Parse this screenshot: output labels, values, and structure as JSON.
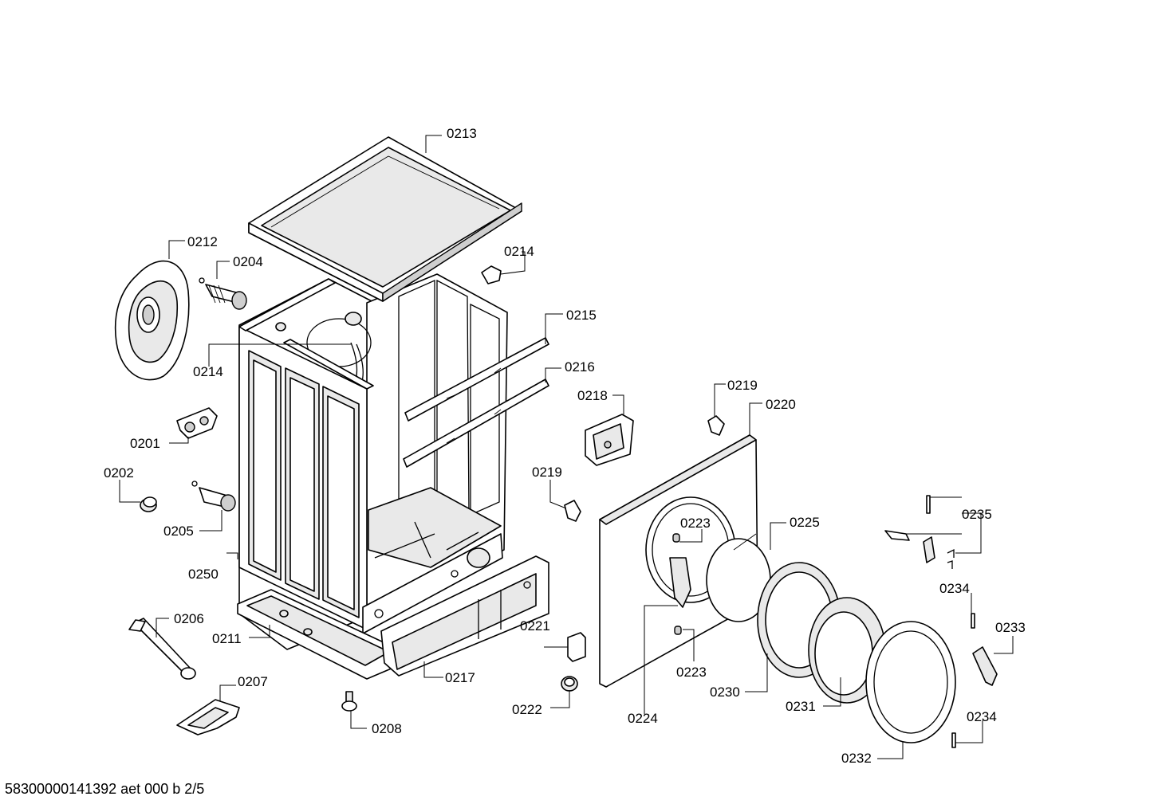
{
  "diagram": {
    "labels": {
      "l0213": "0213",
      "l0212": "0212",
      "l0204": "0204",
      "l0214a": "0214",
      "l0214b": "0214",
      "l0215": "0215",
      "l0216": "0216",
      "l0218": "0218",
      "l0219a": "0219",
      "l0220": "0220",
      "l0201": "0201",
      "l0202": "0202",
      "l0219b": "0219",
      "l0205": "0205",
      "l0223a": "0223",
      "l0225": "0225",
      "l0235": "0235",
      "l0250": "0250",
      "l0206": "0206",
      "l0234a": "0234",
      "l0221": "0221",
      "l0233": "0233",
      "l0211": "0211",
      "l0223b": "0223",
      "l0217": "0217",
      "l0207": "0207",
      "l0230": "0230",
      "l0222": "0222",
      "l0231": "0231",
      "l0224": "0224",
      "l0234b": "0234",
      "l0208": "0208",
      "l0232": "0232"
    }
  },
  "footer": {
    "code": "58300000141392 aet 000 b 2/5"
  }
}
